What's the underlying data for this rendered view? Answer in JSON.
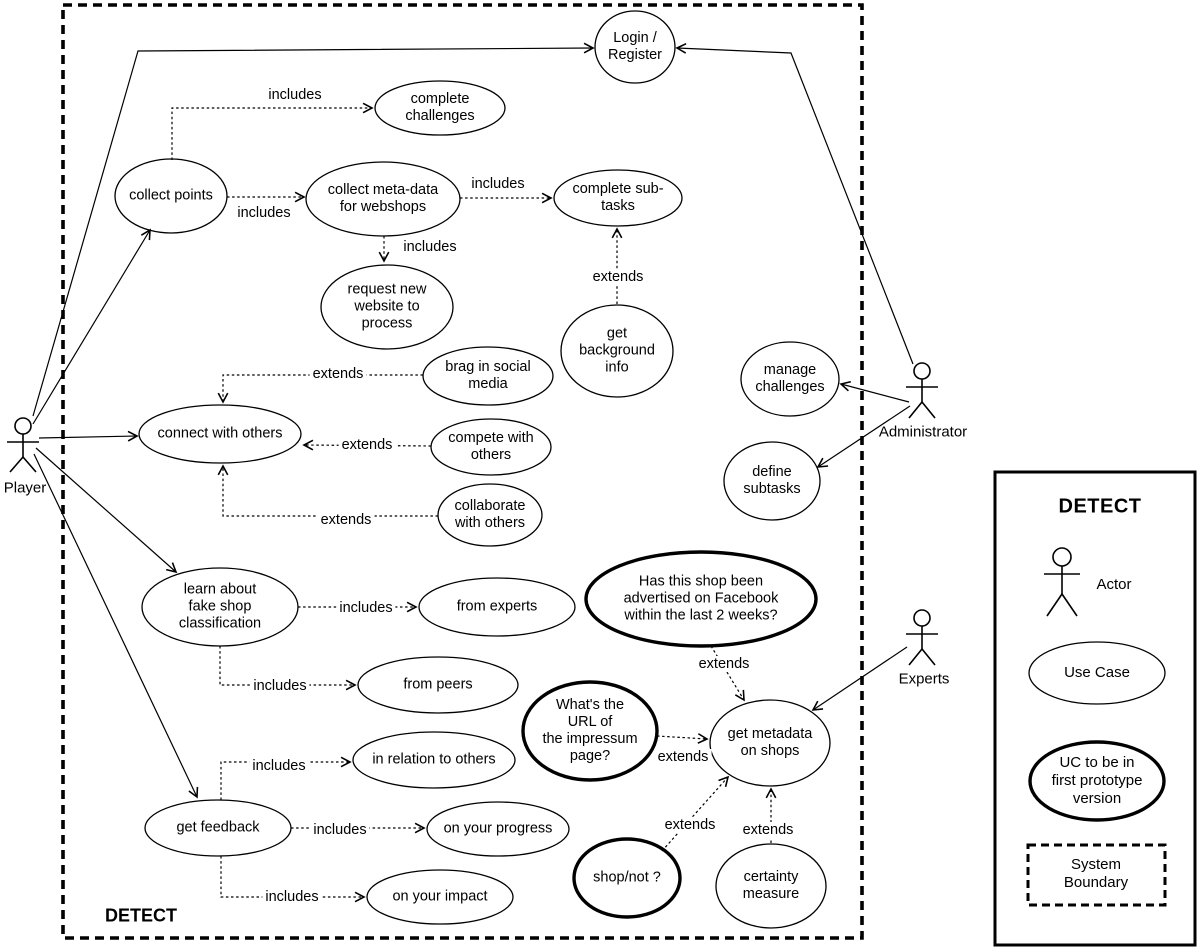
{
  "diagram": {
    "boundary_label": "DETECT",
    "actors": [
      {
        "id": "player",
        "label": "Player"
      },
      {
        "id": "administrator",
        "label": "Administrator"
      },
      {
        "id": "experts",
        "label": "Experts"
      }
    ],
    "use_cases": [
      {
        "id": "login",
        "label": "Login /\nRegister",
        "first_prototype": false
      },
      {
        "id": "complete-challenges",
        "label": "complete\nchallenges",
        "first_prototype": false
      },
      {
        "id": "collect-points",
        "label": "collect points",
        "first_prototype": false
      },
      {
        "id": "collect-metadata",
        "label": "collect meta-data\nfor webshops",
        "first_prototype": false
      },
      {
        "id": "complete-subtasks",
        "label": "complete sub-\ntasks",
        "first_prototype": false
      },
      {
        "id": "request-new-website",
        "label": "request new\nwebsite to\nprocess",
        "first_prototype": false
      },
      {
        "id": "get-background-info",
        "label": "get\nbackground\ninfo",
        "first_prototype": false
      },
      {
        "id": "brag-social-media",
        "label": "brag in social\nmedia",
        "first_prototype": false
      },
      {
        "id": "connect-with-others",
        "label": "connect with others",
        "first_prototype": false
      },
      {
        "id": "compete-with-others",
        "label": "compete with\nothers",
        "first_prototype": false
      },
      {
        "id": "collaborate-with-others",
        "label": "collaborate\nwith others",
        "first_prototype": false
      },
      {
        "id": "manage-challenges",
        "label": "manage\nchallenges",
        "first_prototype": false
      },
      {
        "id": "define-subtasks",
        "label": "define\nsubtasks",
        "first_prototype": false
      },
      {
        "id": "learn-fake-shop",
        "label": "learn about\nfake shop\nclassification",
        "first_prototype": false
      },
      {
        "id": "from-experts",
        "label": "from experts",
        "first_prototype": false
      },
      {
        "id": "facebook-question",
        "label": "Has this shop been\nadvertised on Facebook\nwithin the last 2 weeks?",
        "first_prototype": true
      },
      {
        "id": "from-peers",
        "label": "from peers",
        "first_prototype": false
      },
      {
        "id": "impressum-question",
        "label": "What's the\nURL of\nthe impressum\npage?",
        "first_prototype": true
      },
      {
        "id": "in-relation-to-others",
        "label": "in relation to others",
        "first_prototype": false
      },
      {
        "id": "get-metadata-shops",
        "label": "get metadata\non shops",
        "first_prototype": false
      },
      {
        "id": "get-feedback",
        "label": "get feedback",
        "first_prototype": false
      },
      {
        "id": "on-your-progress",
        "label": "on your progress",
        "first_prototype": false
      },
      {
        "id": "shop-not",
        "label": "shop/not ?",
        "first_prototype": true
      },
      {
        "id": "certainty-measure",
        "label": "certainty\nmeasure",
        "first_prototype": false
      },
      {
        "id": "on-your-impact",
        "label": "on your impact",
        "first_prototype": false
      }
    ],
    "relationships": [
      {
        "from": "collect points",
        "to": "complete challenges",
        "label": "includes"
      },
      {
        "from": "collect points",
        "to": "collect meta-data for webshops",
        "label": "includes"
      },
      {
        "from": "collect meta-data for webshops",
        "to": "complete sub-tasks",
        "label": "includes"
      },
      {
        "from": "collect meta-data for webshops",
        "to": "request new website to process",
        "label": "includes"
      },
      {
        "from": "get background info",
        "to": "complete sub-tasks",
        "label": "extends"
      },
      {
        "from": "brag in social media",
        "to": "connect with others",
        "label": "extends"
      },
      {
        "from": "compete with others",
        "to": "connect with others",
        "label": "extends"
      },
      {
        "from": "collaborate with others",
        "to": "connect with others",
        "label": "extends"
      },
      {
        "from": "learn about fake shop classification",
        "to": "from experts",
        "label": "includes"
      },
      {
        "from": "learn about fake shop classification",
        "to": "from peers",
        "label": "includes"
      },
      {
        "from": "get feedback",
        "to": "in relation to others",
        "label": "includes"
      },
      {
        "from": "get feedback",
        "to": "on your progress",
        "label": "includes"
      },
      {
        "from": "get feedback",
        "to": "on your impact",
        "label": "includes"
      },
      {
        "from": "Has this shop been advertised on Facebook within the last 2 weeks?",
        "to": "get metadata on shops",
        "label": "extends"
      },
      {
        "from": "What's the URL of the impressum page?",
        "to": "get metadata on shops",
        "label": "extends"
      },
      {
        "from": "shop/not ?",
        "to": "get metadata on shops",
        "label": "extends"
      },
      {
        "from": "certainty measure",
        "to": "get metadata on shops",
        "label": "extends"
      }
    ],
    "associations": [
      {
        "from": "Player",
        "to": "Login / Register"
      },
      {
        "from": "Player",
        "to": "collect points"
      },
      {
        "from": "Player",
        "to": "connect with others"
      },
      {
        "from": "Player",
        "to": "learn about fake shop classification"
      },
      {
        "from": "Player",
        "to": "get feedback"
      },
      {
        "from": "Administrator",
        "to": "Login / Register"
      },
      {
        "from": "Administrator",
        "to": "manage challenges"
      },
      {
        "from": "Administrator",
        "to": "define subtasks"
      },
      {
        "from": "Experts",
        "to": "get metadata on shops"
      }
    ]
  },
  "legend": {
    "title": "DETECT",
    "actor_label": "Actor",
    "use_case_label": "Use Case",
    "prototype_label": "UC to be in\nfirst prototype\nversion",
    "boundary_label": "System\nBoundary"
  }
}
